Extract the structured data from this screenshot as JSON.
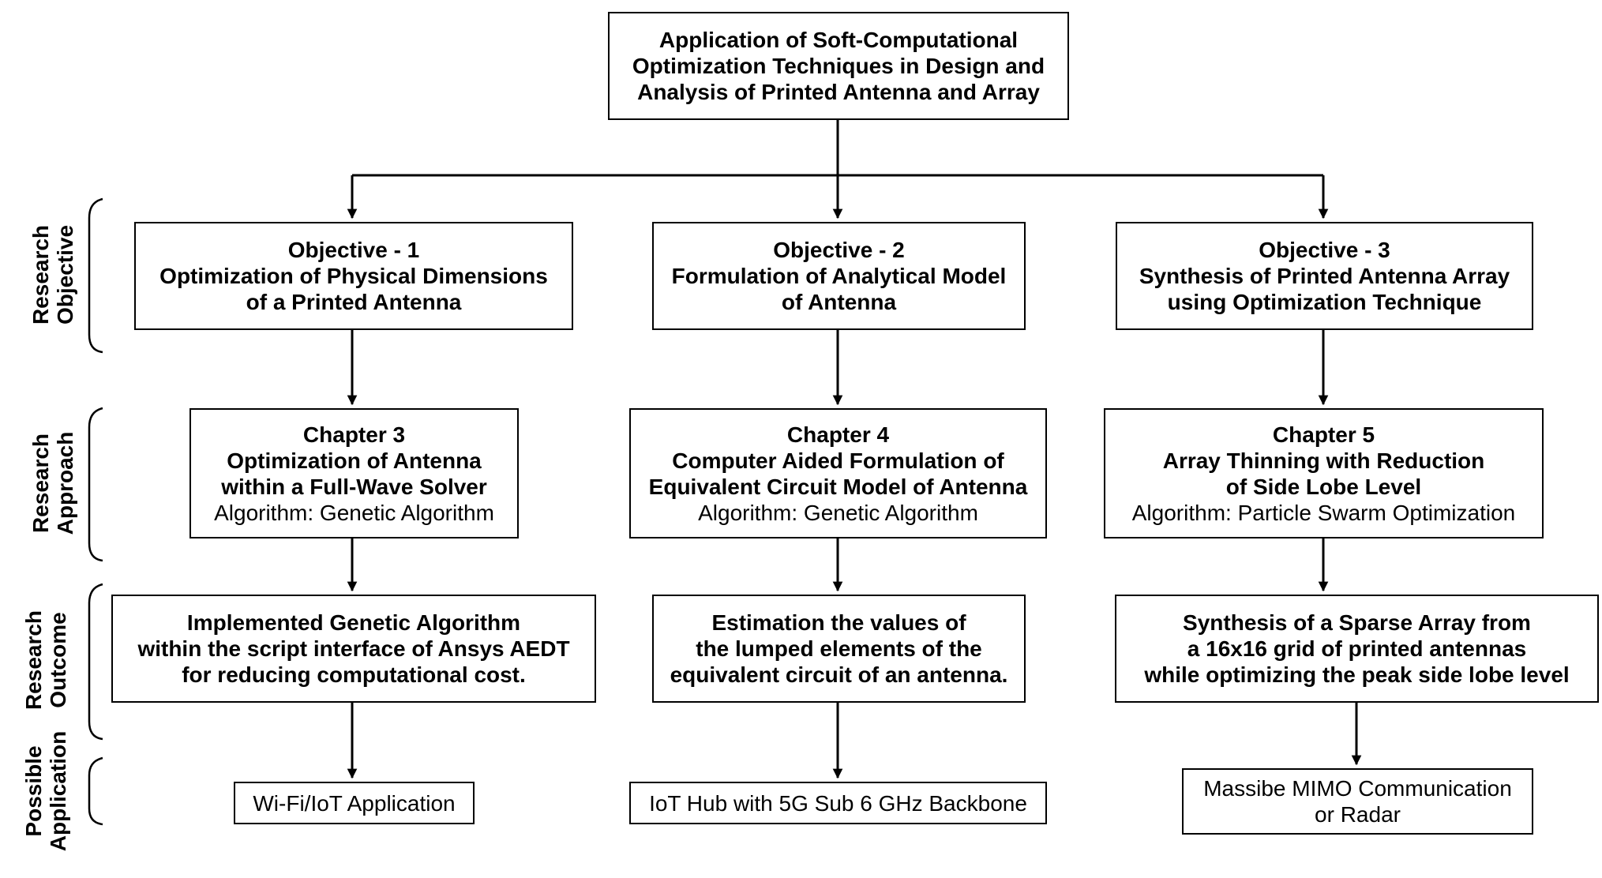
{
  "title": {
    "lines": [
      "Application of Soft-Computational",
      "Optimization Techniques in Design and",
      "Analysis of Printed Antenna and Array"
    ]
  },
  "row_labels": {
    "objective": [
      "Research",
      "Objective"
    ],
    "approach": [
      "Research",
      "Approach"
    ],
    "outcome": [
      "Research",
      "Outcome"
    ],
    "application": [
      "Possible",
      "Application"
    ]
  },
  "objectives": [
    {
      "heading": "Objective - 1",
      "lines": [
        "Optimization of Physical Dimensions",
        "of a Printed Antenna"
      ]
    },
    {
      "heading": "Objective - 2",
      "lines": [
        "Formulation of Analytical Model",
        "of Antenna"
      ]
    },
    {
      "heading": "Objective - 3",
      "lines": [
        "Synthesis of Printed Antenna Array",
        "using Optimization Technique"
      ]
    }
  ],
  "chapters": [
    {
      "heading": "Chapter 3",
      "lines": [
        "Optimization of Antenna",
        "within a Full-Wave Solver"
      ],
      "algorithm": "Algorithm: Genetic Algorithm"
    },
    {
      "heading": "Chapter 4",
      "lines": [
        "Computer Aided Formulation of",
        "Equivalent Circuit Model of Antenna"
      ],
      "algorithm": "Algorithm: Genetic Algorithm"
    },
    {
      "heading": "Chapter 5",
      "lines": [
        "Array Thinning with Reduction",
        "of Side Lobe Level"
      ],
      "algorithm": "Algorithm: Particle Swarm Optimization"
    }
  ],
  "outcomes": [
    {
      "lines": [
        "Implemented Genetic Algorithm",
        "within the script interface of Ansys AEDT",
        "for reducing computational cost."
      ]
    },
    {
      "lines": [
        "Estimation the values of",
        "the lumped elements of the",
        "equivalent circuit of an antenna."
      ]
    },
    {
      "lines": [
        "Synthesis of a Sparse Array from",
        "a 16x16 grid of printed antennas",
        "while optimizing the peak side lobe level"
      ]
    }
  ],
  "applications": [
    {
      "lines": [
        "Wi-Fi/IoT Application"
      ]
    },
    {
      "lines": [
        "IoT Hub with 5G Sub 6 GHz Backbone"
      ]
    },
    {
      "lines": [
        "Massibe MIMO Communication",
        "or Radar"
      ]
    }
  ]
}
